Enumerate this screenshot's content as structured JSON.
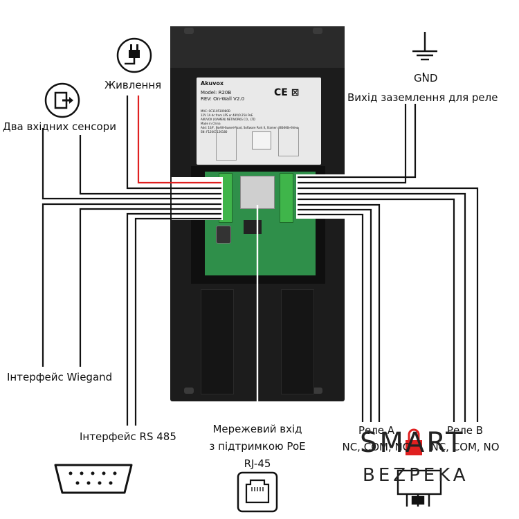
{
  "labels": {
    "power": "Живлення",
    "sensors": "Два вхідних сенсори",
    "gnd": "GND",
    "relay_ground": "Вихід заземлення для реле",
    "wiegand": "Інтерфейс Wiegand",
    "rs485": "Інтерфейс RS 485",
    "network_line1": "Мережевий вхід",
    "network_line2": "з підтримкою PoE",
    "network_line3": "RJ-45",
    "relay_a_title": "Реле А",
    "relay_a_contacts": "NC, COM, NO",
    "relay_b_title": "Реле В",
    "relay_b_contacts": "NC, COM, NO"
  },
  "device": {
    "brand": "Akuvox",
    "model": "Model:  R20B",
    "rev": "REV:  On-Wall V2.0",
    "mac": "MAC: 0C110510980D",
    "power_spec": "12V 1A dc from LPS or 48V/0.25A PoE",
    "company": "AKUVOX (XIAMEN) NETWORKS CO., LTD",
    "made_in": "Made in China",
    "address": "Add: 10/F, No.56 Guanri Road, Software Park II, Xiamen 361008, China",
    "sn": "SN: F12007126180"
  },
  "watermark": {
    "line1": "SMART",
    "line2": "BEZPEKA"
  },
  "icons": [
    "power-plug-icon",
    "sensor-input-icon",
    "ground-icon",
    "rs232-connector-icon",
    "ethernet-port-icon",
    "relay-icon"
  ],
  "colors": {
    "power_wire": "#e02020",
    "wire": "#111111"
  }
}
